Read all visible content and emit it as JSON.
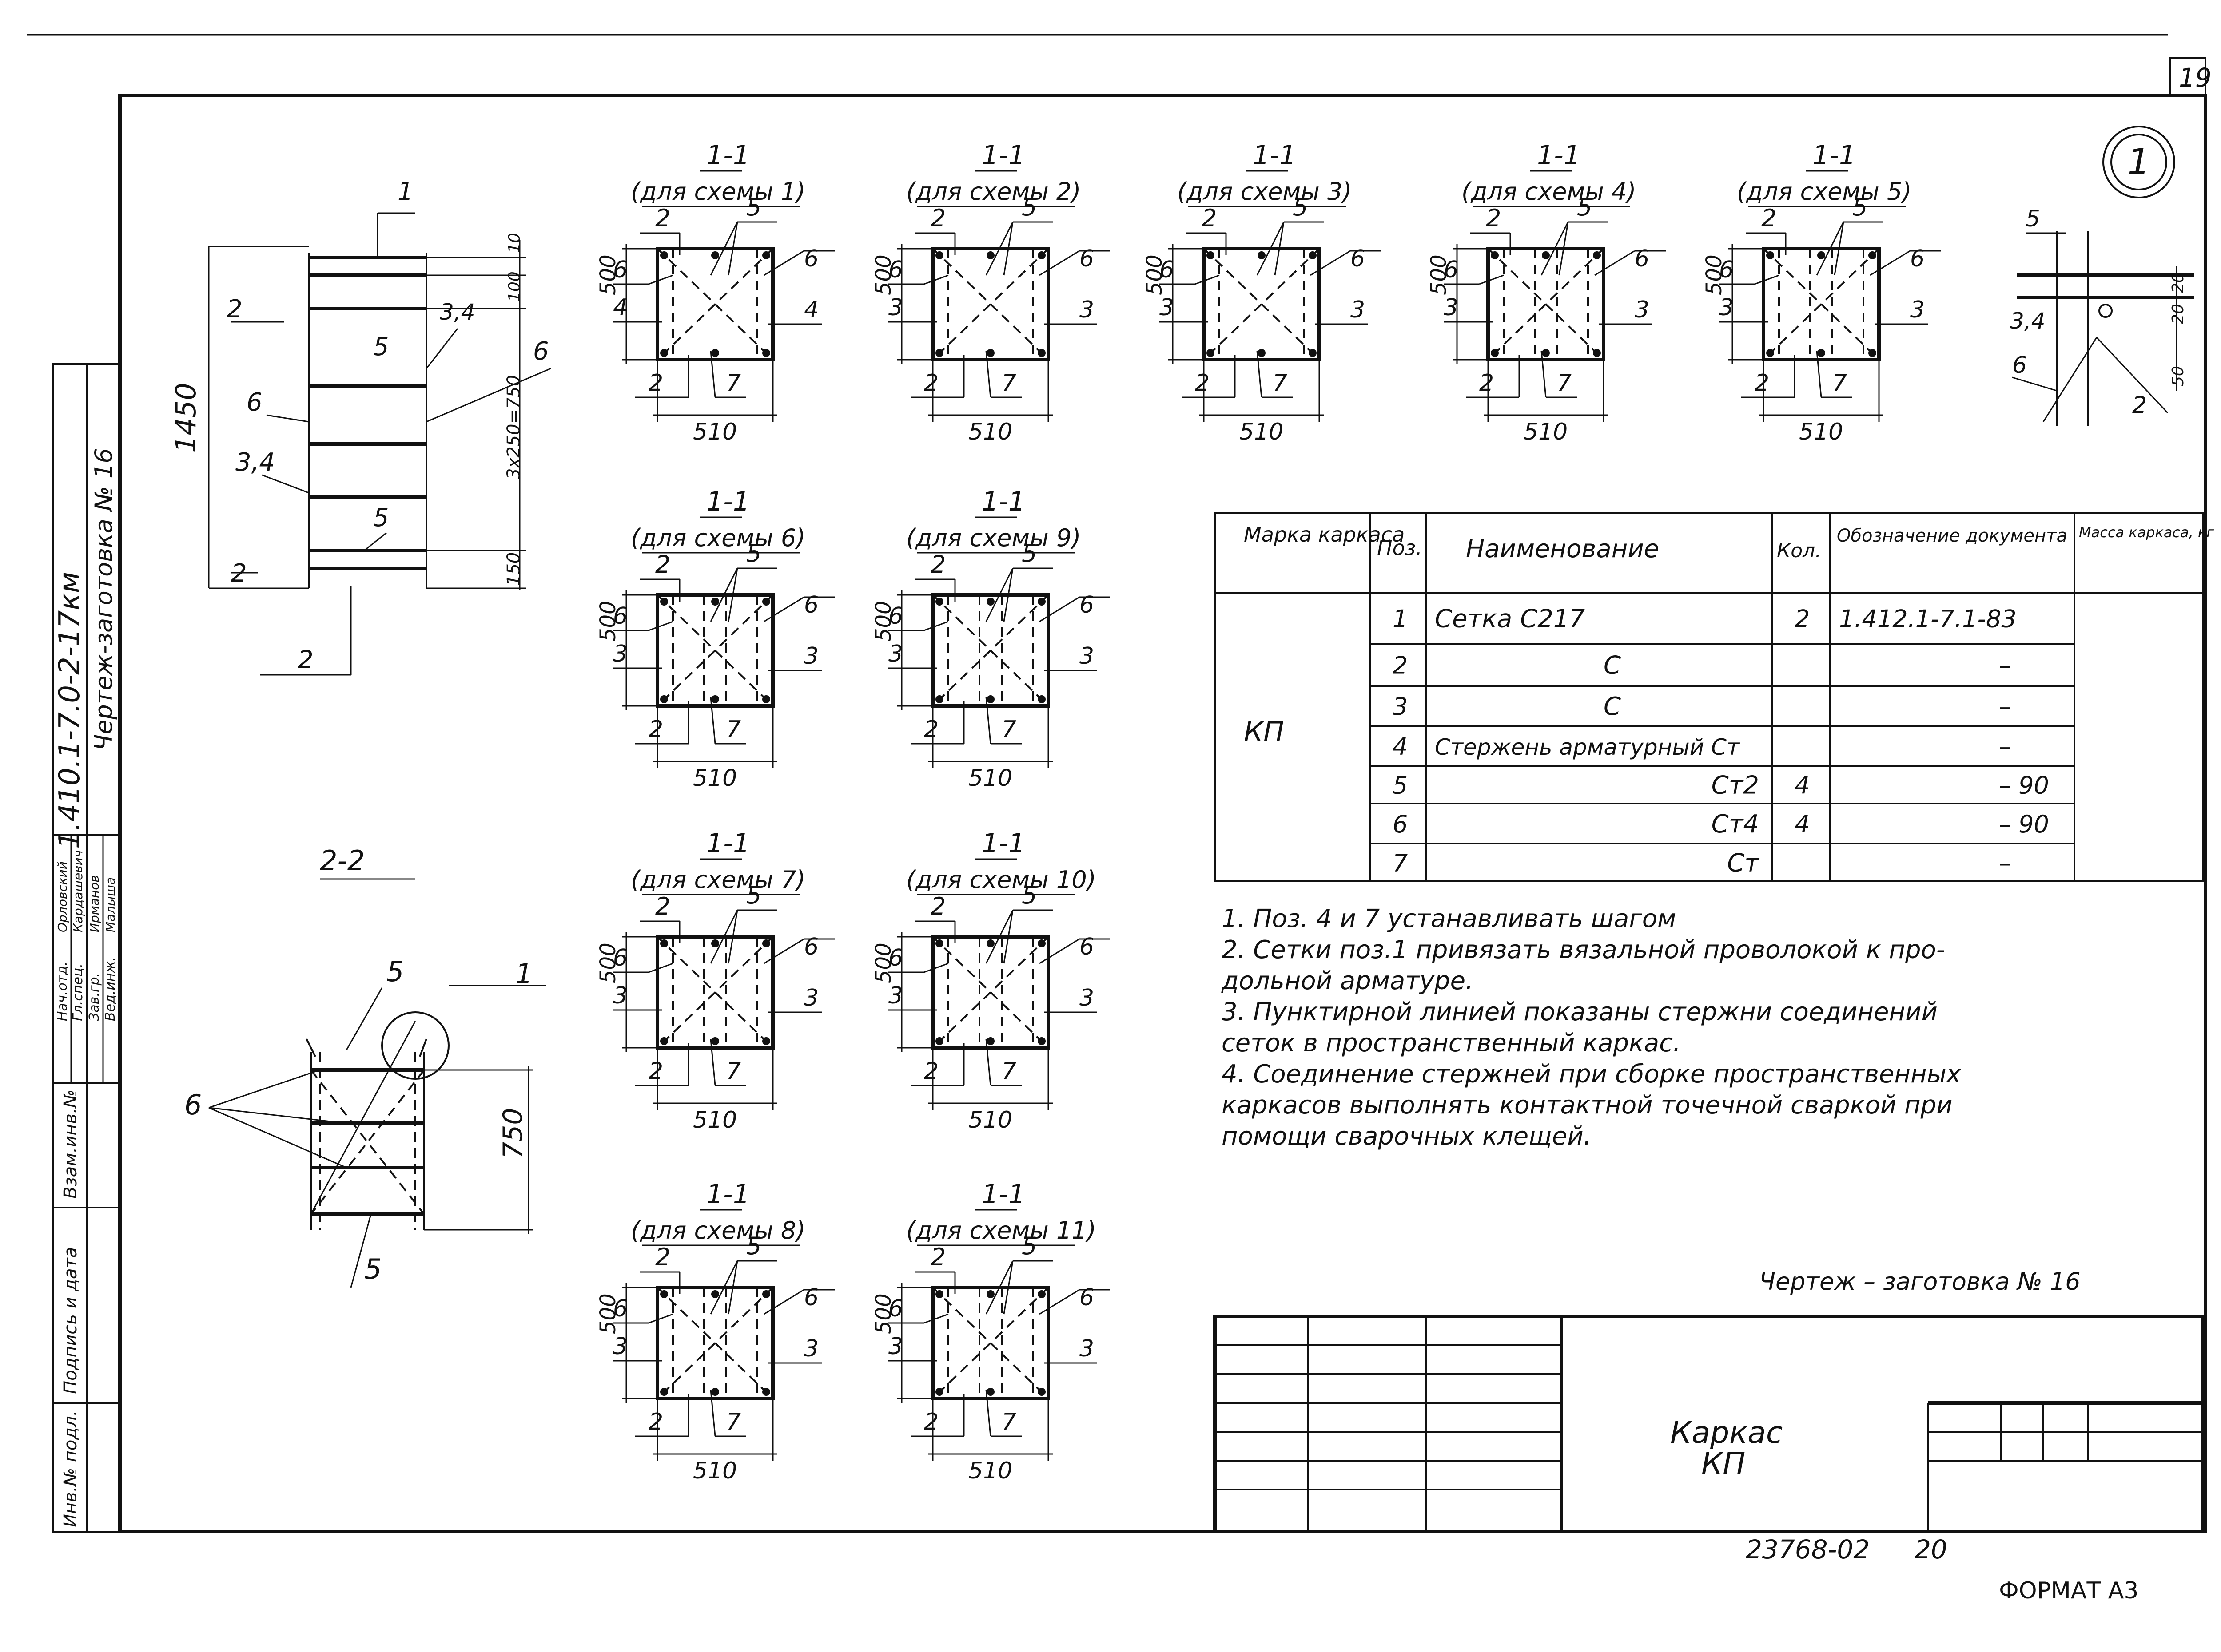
{
  "page": {
    "sheet_number": "19",
    "circle_mark": "1",
    "doc_code": "1.410.1-7.0-2-17км",
    "vertical_title": "Чертеж-заготовка № 16",
    "inventory_number": "23768-02",
    "page_count": "20",
    "format": "ФОРМАТ А3"
  },
  "stamp_rows": [
    "Нач.отд.",
    "Гл.спец.",
    "Зав.гр.",
    "Вед.инж."
  ],
  "stamp_names": [
    "Орловский",
    "Кардашевич",
    "Ирманов",
    "Малыша"
  ],
  "left_margin_labels": [
    "Инв.№ подл.",
    "Подпись и дата",
    "Взам.инв.№"
  ],
  "section_title": "1-1",
  "sections": [
    {
      "schema": "(для схемы 1)",
      "labels": {
        "top": "2",
        "top2": "5",
        "left1": "6",
        "left2": "4",
        "right1": "6",
        "right2": "4",
        "bottom1": "2",
        "bottom2": "7",
        "height": "500",
        "width": "510"
      }
    },
    {
      "schema": "(для схемы 2)",
      "labels": {
        "top": "2",
        "top2": "5",
        "left1": "6",
        "left2": "3",
        "right1": "6",
        "right2": "3",
        "bottom1": "2",
        "bottom2": "7",
        "height": "500",
        "width": "510"
      }
    },
    {
      "schema": "(для схемы 3)",
      "labels": {
        "top": "2",
        "top2": "5",
        "left1": "6",
        "left2": "3",
        "right1": "6",
        "right2": "3",
        "bottom1": "2",
        "bottom2": "7",
        "height": "500",
        "width": "510"
      }
    },
    {
      "schema": "(для схемы 4)",
      "labels": {
        "top": "2",
        "top2": "5",
        "left1": "6",
        "left2": "3",
        "right1": "6",
        "right2": "3",
        "bottom1": "2",
        "bottom2": "7",
        "height": "500",
        "width": "510"
      }
    },
    {
      "schema": "(для схемы 5)",
      "labels": {
        "top": "2",
        "top2": "5",
        "left1": "6",
        "left2": "3",
        "right1": "6",
        "right2": "3",
        "bottom1": "2",
        "bottom2": "7",
        "height": "500",
        "width": "510"
      }
    },
    {
      "schema": "(для схемы 6)",
      "labels": {
        "top": "2",
        "top2": "5",
        "left1": "6",
        "left2": "3",
        "right1": "6",
        "right2": "3",
        "bottom1": "2",
        "bottom2": "7",
        "height": "500",
        "width": "510"
      }
    },
    {
      "schema": "(для схемы 9)",
      "labels": {
        "top": "2",
        "top2": "5",
        "left1": "6",
        "left2": "3",
        "right1": "6",
        "right2": "3",
        "bottom1": "2",
        "bottom2": "7",
        "height": "500",
        "width": "510"
      }
    },
    {
      "schema": "(для схемы 7)",
      "labels": {
        "top": "2",
        "top2": "5",
        "left1": "6",
        "left2": "3",
        "right1": "6",
        "right2": "3",
        "bottom1": "2",
        "bottom2": "7",
        "height": "500",
        "width": "510"
      }
    },
    {
      "schema": "(для схемы 10)",
      "labels": {
        "top": "2",
        "top2": "5",
        "left1": "6",
        "left2": "3",
        "right1": "6",
        "right2": "3",
        "bottom1": "2",
        "bottom2": "7",
        "height": "500",
        "width": "510"
      }
    },
    {
      "schema": "(для схемы 8)",
      "labels": {
        "top": "2",
        "top2": "5",
        "left1": "6",
        "left2": "3",
        "right1": "6",
        "right2": "3",
        "bottom1": "2",
        "bottom2": "7",
        "height": "500",
        "width": "510"
      }
    },
    {
      "schema": "(для схемы 11)",
      "labels": {
        "top": "2",
        "top2": "5",
        "left1": "6",
        "left2": "3",
        "right1": "6",
        "right2": "3",
        "bottom1": "2",
        "bottom2": "7",
        "height": "500",
        "width": "510"
      }
    }
  ],
  "elevation": {
    "labels": [
      "1",
      "2",
      "2",
      "1",
      "1",
      "5",
      "3,4",
      "6",
      "6",
      "3,4",
      "5",
      "2",
      "2"
    ],
    "dims": [
      "1450",
      "10",
      "100",
      "3x250=750",
      "150"
    ]
  },
  "detail": {
    "labels": [
      "5",
      "3,4",
      "6",
      "2"
    ],
    "dims": [
      "20",
      "20",
      "50"
    ]
  },
  "section22": {
    "title": "2-2",
    "labels": [
      "5",
      "1",
      "6",
      "5"
    ],
    "dims": [
      "750"
    ]
  },
  "table": {
    "headers": {
      "mark": "Марка каркаса",
      "pos": "Поз.",
      "name": "Наименование",
      "qty": "Кол.",
      "doc": "Обозначение документа",
      "mass": "Масса каркаса, кг"
    },
    "mark_value": "КП",
    "rows": [
      {
        "pos": "1",
        "name": "Сетка С217",
        "qty": "2",
        "doc": "1.412.1-7.1-83"
      },
      {
        "pos": "2",
        "name": "С",
        "qty": "",
        "doc": "–"
      },
      {
        "pos": "3",
        "name": "С",
        "qty": "",
        "doc": "–"
      },
      {
        "pos": "4",
        "name": "Стержень арматурный Ст",
        "qty": "",
        "doc": "–"
      },
      {
        "pos": "5",
        "name": "Ст2",
        "qty": "4",
        "doc": "– 90"
      },
      {
        "pos": "6",
        "name": "Ст4",
        "qty": "4",
        "doc": "– 90"
      },
      {
        "pos": "7",
        "name": "Ст",
        "qty": "",
        "doc": "–"
      }
    ]
  },
  "notes": [
    "1. Поз. 4 и 7 устанавливать шагом",
    "2. Сетки поз.1 привязать вязальной проволокой к про-",
    "дольной арматуре.",
    "3. Пунктирной линией показаны стержни соединений",
    "сеток в пространственный каркас.",
    "4. Соединение стержней при сборке пространственных",
    "каркасов выполнять контактной точечной сваркой при",
    "помощи сварочных клещей."
  ],
  "drawing_blank_label": "Чертеж – заготовка № 16",
  "title_block": {
    "title1": "Каркас",
    "title2": "КП"
  }
}
